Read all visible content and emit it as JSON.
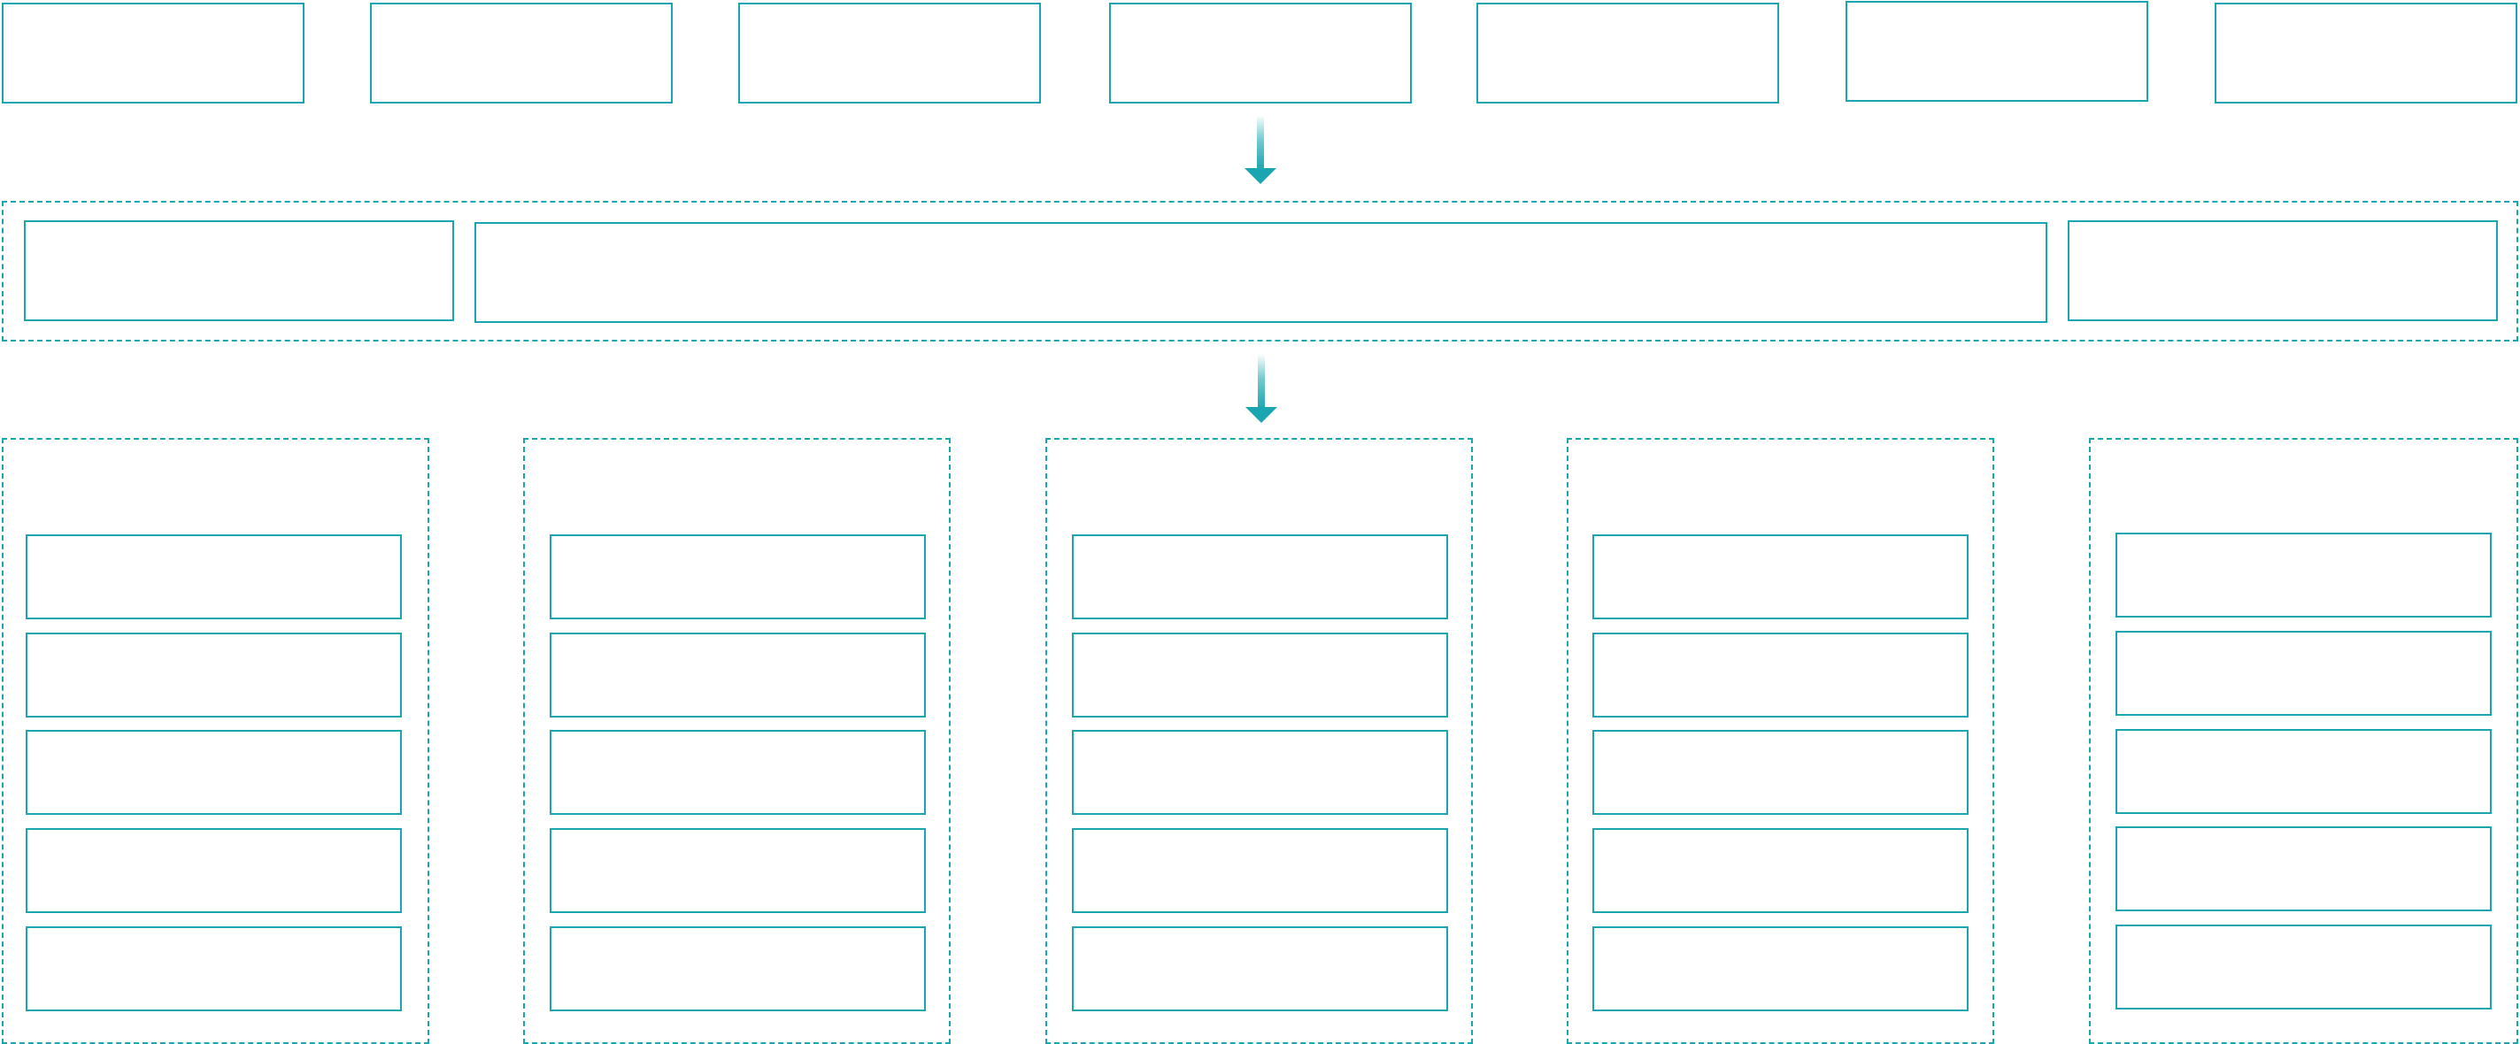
{
  "diagram": {
    "accent_color": "#1aa6b0",
    "arrow_icon": "arrow-down-icon",
    "top_row_box_count": 7,
    "middle_band_box_count": 3,
    "bottom_column_count": 5,
    "boxes_per_column": 5
  }
}
